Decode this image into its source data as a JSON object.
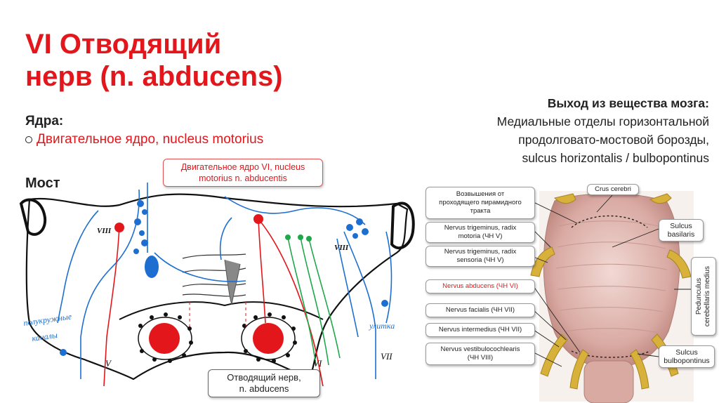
{
  "title_line1": "VI Отводящий",
  "title_line2": "нерв (n. abducens)",
  "nuclei": {
    "heading": "Ядра:",
    "item": "Двигательное ядро, nucleus motorius"
  },
  "pons_label": "Мост",
  "exit": {
    "heading": "Выход из вещества мозга:",
    "line1": "Медиальные отделы горизонтальной",
    "line2": "продолговато-мостовой борозды,",
    "line3": "sulcus horizontalis / bulbopontinus"
  },
  "diagram": {
    "callout_nucleus_line1": "Двигательное ядро VI, nucleus",
    "callout_nucleus_line2": "motorius n. abducentis",
    "callout_nerve_line1": "Отводящий нерв,",
    "callout_nerve_line2": "n. abducens",
    "hand_viii_left": "VIII",
    "hand_viii_right": "VIII",
    "hand_canals_line1": "полукружные",
    "hand_canals_line2": "каналы",
    "hand_cochlea": "улитка",
    "hand_v": "V",
    "hand_vi": "VI",
    "hand_vii": "VII"
  },
  "anatomy": {
    "labels_left": [
      {
        "text1": "Возвышения от",
        "text2": "проходящего пирамидного",
        "text3": "тракта"
      },
      {
        "text1": "Nervus trigeminus, radix",
        "text2": "motoria (ЧН V)",
        "text3": ""
      },
      {
        "text1": "Nervus trigeminus, radix",
        "text2": "sensoria (ЧН V)",
        "text3": ""
      },
      {
        "text1": "Nervus abducens (ЧН VI)",
        "text2": "",
        "text3": ""
      },
      {
        "text1": "Nervus facialis (ЧН VII)",
        "text2": "",
        "text3": ""
      },
      {
        "text1": "Nervus intermedius (ЧН VII)",
        "text2": "",
        "text3": ""
      },
      {
        "text1": "Nervus vestibulocochlearis",
        "text2": "(ЧН VIII)",
        "text3": ""
      }
    ],
    "crus": "Crus cerebri",
    "sulcus_basilaris_1": "Sulcus",
    "sulcus_basilaris_2": "basilaris",
    "peduncle_1": "Pedunculus",
    "peduncle_2": "cerebellaris medius",
    "sulcus_bp_1": "Sulcus",
    "sulcus_bp_2": "bulbopontinus"
  },
  "colors": {
    "accent": "#e3161b",
    "blue": "#1c6fd1",
    "green": "#1fa84a"
  }
}
